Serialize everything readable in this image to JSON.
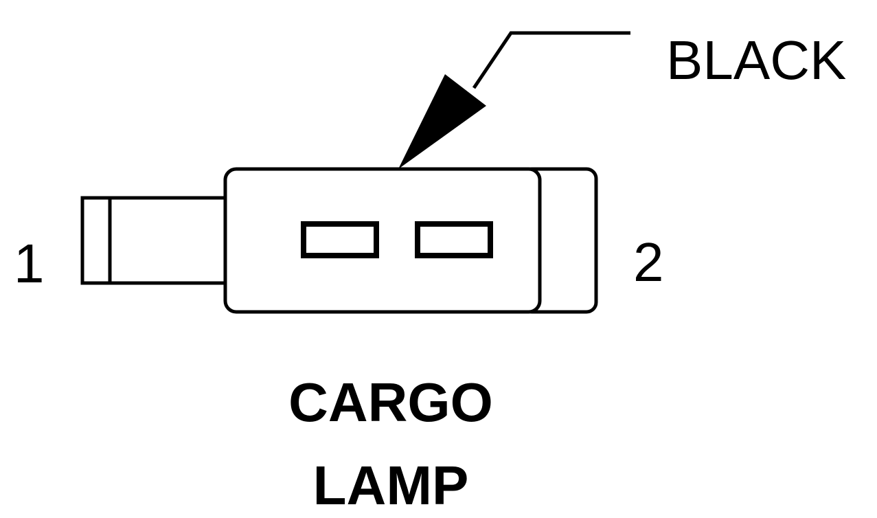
{
  "connector": {
    "wire_color_label": "BLACK",
    "pin_labels": [
      "1",
      "2"
    ],
    "title_lines": [
      "CARGO",
      "LAMP"
    ]
  },
  "colors": {
    "line": "#000000",
    "background": "#ffffff"
  }
}
